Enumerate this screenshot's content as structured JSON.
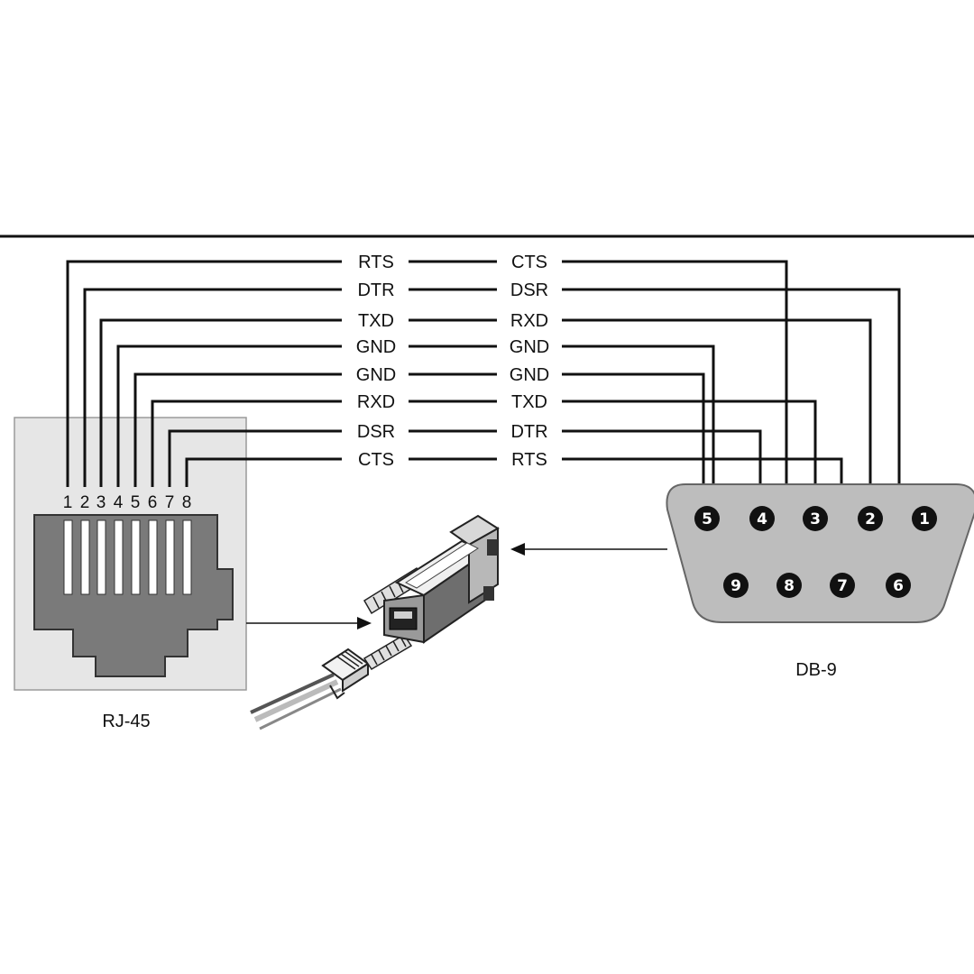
{
  "rj45": {
    "label": "RJ-45",
    "pins": [
      "1",
      "2",
      "3",
      "4",
      "5",
      "6",
      "7",
      "8"
    ]
  },
  "db9": {
    "label": "DB-9",
    "pins": [
      "1",
      "2",
      "3",
      "4",
      "5",
      "6",
      "7",
      "8",
      "9"
    ]
  },
  "wires": [
    {
      "rj45_pin": "1",
      "rj45_signal": "RTS",
      "db9_signal": "CTS",
      "db9_pin": "8"
    },
    {
      "rj45_pin": "2",
      "rj45_signal": "DTR",
      "db9_signal": "DSR",
      "db9_pin": "6"
    },
    {
      "rj45_pin": "3",
      "rj45_signal": "TXD",
      "db9_signal": "RXD",
      "db9_pin": "2"
    },
    {
      "rj45_pin": "4",
      "rj45_signal": "GND",
      "db9_signal": "GND",
      "db9_pin": "5"
    },
    {
      "rj45_pin": "5",
      "rj45_signal": "GND",
      "db9_signal": "GND",
      "db9_pin": "5"
    },
    {
      "rj45_pin": "6",
      "rj45_signal": "RXD",
      "db9_signal": "TXD",
      "db9_pin": "3"
    },
    {
      "rj45_pin": "7",
      "rj45_signal": "DSR",
      "db9_signal": "DTR",
      "db9_pin": "4"
    },
    {
      "rj45_pin": "8",
      "rj45_signal": "CTS",
      "db9_signal": "RTS",
      "db9_pin": "7"
    }
  ]
}
